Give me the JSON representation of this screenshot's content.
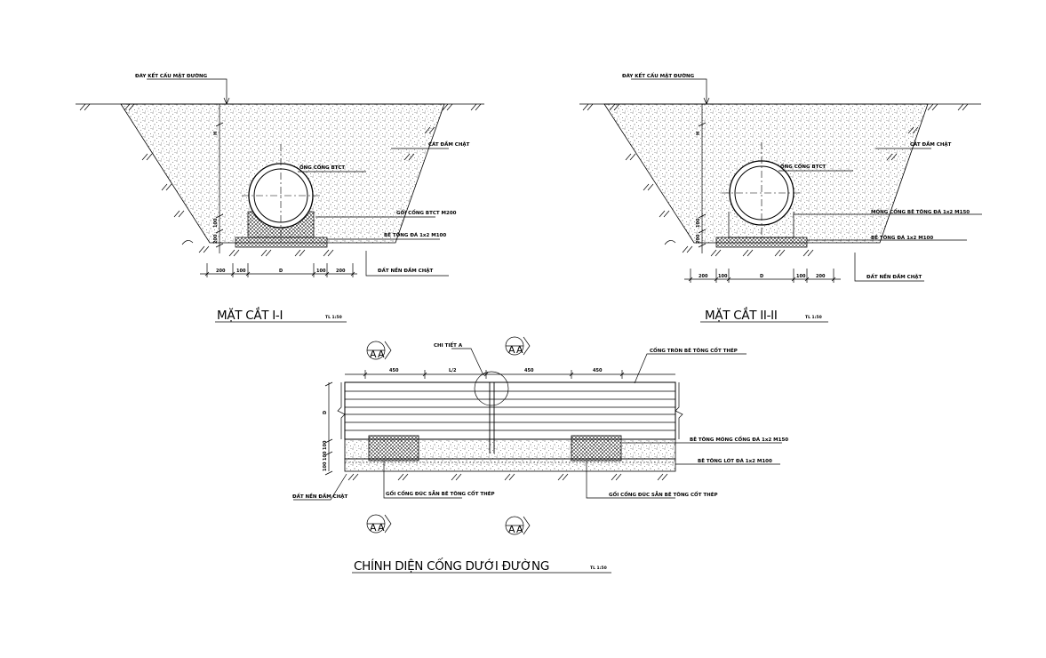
{
  "section_1": {
    "title": "MẶT CẮT I-I",
    "scale": "TL 1:50",
    "labels": {
      "top_ref": "ĐÁY KẾT CẤU MẶT ĐƯỜNG",
      "backfill": "CÁT ĐẦM CHẶT",
      "pipe": "ỐNG CỐNG BTCT",
      "cradle": "GỐI CỐNG BTCT M200",
      "blinding": "BÊ TÔNG ĐÁ 1x2 M100",
      "ground": "ĐẤT NỀN ĐẦM CHẶT"
    },
    "dims": [
      "200",
      "100",
      "D",
      "100",
      "200"
    ],
    "vdims": [
      "H",
      "100",
      "200"
    ]
  },
  "section_2": {
    "title": "MẶT CẮT II-II",
    "scale": "TL 1:50",
    "labels": {
      "top_ref": "ĐÁY KẾT CẤU MẶT ĐƯỜNG",
      "backfill": "CÁT ĐẦM CHẶT",
      "pipe": "ỐNG CỐNG BTCT",
      "cradle": "MÓNG CỐNG BÊ TÔNG ĐÁ 1x2 M150",
      "blinding": "BÊ TÔNG ĐÁ 1x2 M100",
      "ground": "ĐẤT NỀN ĐẦM CHẶT"
    },
    "dims": [
      "200",
      "100",
      "D",
      "100",
      "200"
    ],
    "vdims": [
      "H",
      "100",
      "200"
    ]
  },
  "elevation": {
    "title": "CHÍNH DIỆN CỐNG DƯỚI ĐƯỜNG",
    "scale": "TL 1:50",
    "section_tag": "A",
    "labels": {
      "detail": "CHI TIẾT A",
      "pipe": "CỐNG TRÒN BÊ TÔNG CỐT THÉP",
      "foundation": "BÊ TÔNG MÓNG CỐNG ĐÁ 1x2 M150",
      "blinding": "BÊ TÔNG LÓT ĐÁ 1x2 M100",
      "ground": "ĐẤT NỀN ĐẦM CHẶT",
      "cradle_left": "GỐI CỐNG ĐÚC SẴN BÊ TÔNG CỐT THÉP",
      "cradle_right": "GỐI CỐNG ĐÚC SẴN BÊ TÔNG CỐT THÉP"
    },
    "dims": [
      "450",
      "L/2",
      "450",
      "450"
    ],
    "vdims": [
      "D",
      "100",
      "100",
      "100"
    ]
  }
}
